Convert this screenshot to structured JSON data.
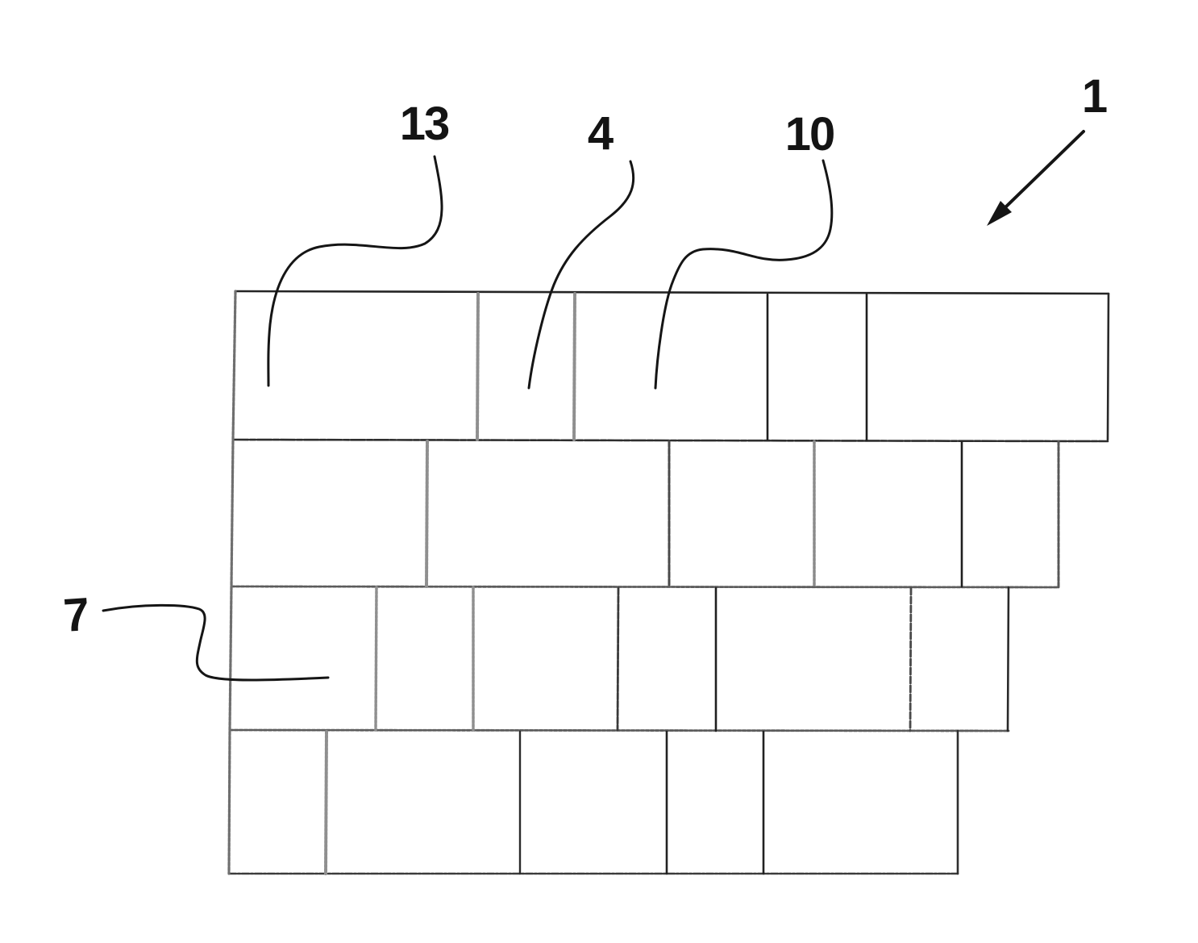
{
  "figure": {
    "kind": "patent-line-drawing",
    "background_color": "#ffffff",
    "ink_color": "#1c1c1c",
    "stipple_color": "#8f8f8f",
    "labels": {
      "n13": {
        "text": "13",
        "leader_style": "curve"
      },
      "n4": {
        "text": "4",
        "leader_style": "curve"
      },
      "n10": {
        "text": "10",
        "leader_style": "curve"
      },
      "n1": {
        "text": "1",
        "leader_style": "arrow"
      },
      "n7": {
        "text": "7",
        "leader_style": "curve"
      }
    }
  }
}
